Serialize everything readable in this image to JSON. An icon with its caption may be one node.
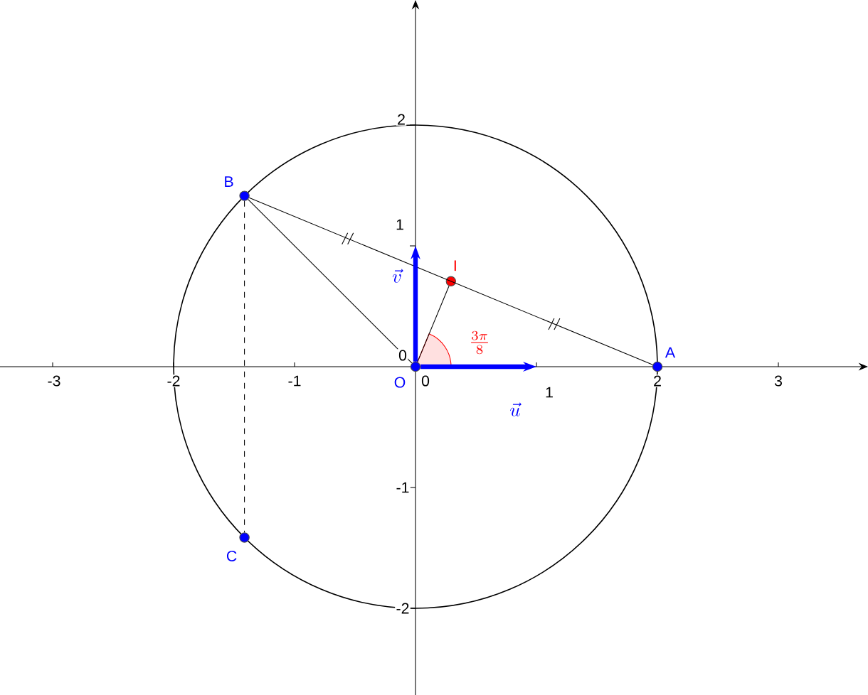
{
  "diagram": {
    "nodes": [
      {
        "text": [
          "O"
        ]
      },
      {
        "text": [
          "A"
        ]
      },
      {
        "text": [
          "B"
        ]
      },
      {
        "text": [
          "C"
        ]
      },
      {
        "text": [
          "I"
        ]
      }
    ],
    "edges": [
      {
        "from": 2,
        "to": 1,
        "arrow": "none"
      },
      {
        "from": 2,
        "to": 0,
        "arrow": "none"
      },
      {
        "from": 0,
        "to": 4,
        "arrow": "none"
      },
      {
        "from": 2,
        "to": 3,
        "arrow": "none",
        "style": "dashed"
      },
      {
        "from": 0,
        "to": null,
        "arrow": "to",
        "label": "\\vec{u}",
        "style": "thick",
        "color": "#0000ff"
      },
      {
        "from": 0,
        "to": null,
        "arrow": "to",
        "label": "\\vec{v}",
        "style": "thick",
        "color": "#0000ff"
      }
    ],
    "labels": [
      "2",
      "1",
      "\\frac{3\\pi}{8}",
      "0",
      "-3",
      "-2",
      "-1",
      "0",
      "1",
      "2",
      "3",
      "-1",
      "-2"
    ]
  }
}
